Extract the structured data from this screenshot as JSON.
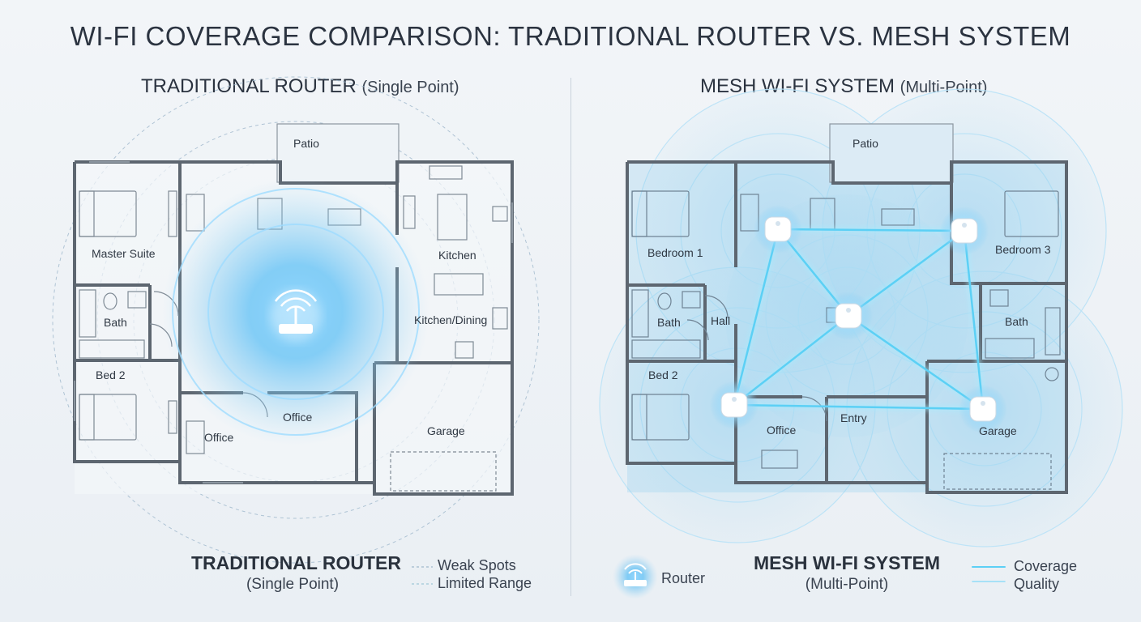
{
  "title": "WI-FI COVERAGE COMPARISON: TRADITIONAL ROUTER VS. MESH SYSTEM",
  "left_panel": {
    "heading": "TRADITIONAL ROUTER",
    "heading_sub": "(Single Point)",
    "rooms": {
      "patio": "Patio",
      "master_suite": "Master Suite",
      "kitchen": "Kitchen",
      "bath": "Bath",
      "kitchen_dining": "Kitchen/Dining",
      "bed2": "Bed 2",
      "office_top": "Office",
      "office": "Office",
      "garage": "Garage"
    },
    "legend": {
      "title": "TRADITIONAL ROUTER",
      "sub": "(Single Point)",
      "weak_spots": "Weak Spots",
      "limited_range": "Limited Range"
    }
  },
  "right_panel": {
    "heading": "MESH WI-FI SYSTEM",
    "heading_sub": "(Multi-Point)",
    "rooms": {
      "patio": "Patio",
      "bedroom1": "Bedroom 1",
      "bedroom3": "Bedroom 3",
      "bath_left": "Bath",
      "hall": "Hall",
      "bath_right": "Bath",
      "bed2": "Bed 2",
      "office": "Office",
      "entry": "Entry",
      "garage": "Garage"
    },
    "legend": {
      "title": "MESH WI-FI SYSTEM",
      "sub": "(Multi-Point)",
      "router": "Router",
      "coverage_line1": "Coverage",
      "coverage_line2": "Quality"
    }
  },
  "colors": {
    "wall": "#5d6670",
    "signal": "#4fb8f0",
    "mesh_link": "#5cd0f5",
    "text": "#2b3340"
  }
}
